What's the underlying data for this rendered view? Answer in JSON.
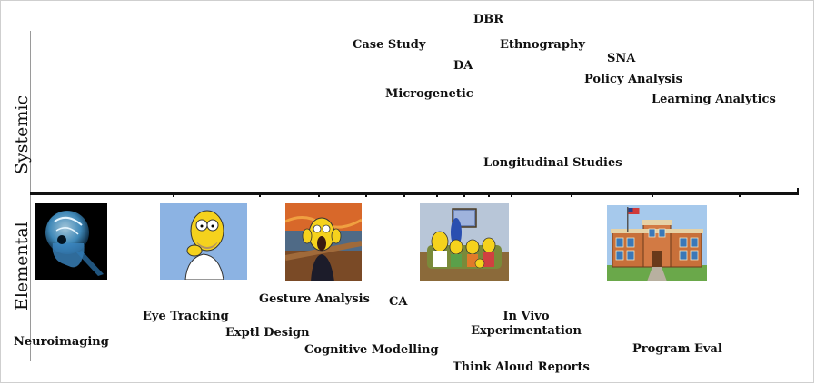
{
  "axis": {
    "y_upper_label": "Systemic",
    "y_lower_label": "Elemental"
  },
  "systemic_terms": {
    "dbr": "DBR",
    "case_study": "Case Study",
    "ethnography": "Ethnography",
    "da": "DA",
    "sna": "SNA",
    "policy_analysis": "Policy Analysis",
    "microgenetic": "Microgenetic",
    "learning_analytics": "Learning Analytics",
    "longitudinal_studies": "Longitudinal Studies"
  },
  "elemental_terms": {
    "gesture_analysis": "Gesture Analysis",
    "ca": "CA",
    "eye_tracking": "Eye Tracking",
    "in_vivo_line1": "In Vivo",
    "in_vivo_line2": "Experimentation",
    "exptl_design": "Exptl Design",
    "neuroimaging": "Neuroimaging",
    "cognitive_modelling": "Cognitive Modelling",
    "program_eval": "Program Eval",
    "think_aloud": "Think Aloud Reports"
  },
  "images": [
    {
      "icon": "xray-skull-icon"
    },
    {
      "icon": "homer-thinking-icon"
    },
    {
      "icon": "homer-scream-icon"
    },
    {
      "icon": "simpsons-family-couch-icon"
    },
    {
      "icon": "school-building-icon"
    }
  ],
  "colors": {
    "text": "#111111",
    "axis": "#111111",
    "homer_yellow": "#f5d21d",
    "sky_blue": "#86aee0"
  }
}
